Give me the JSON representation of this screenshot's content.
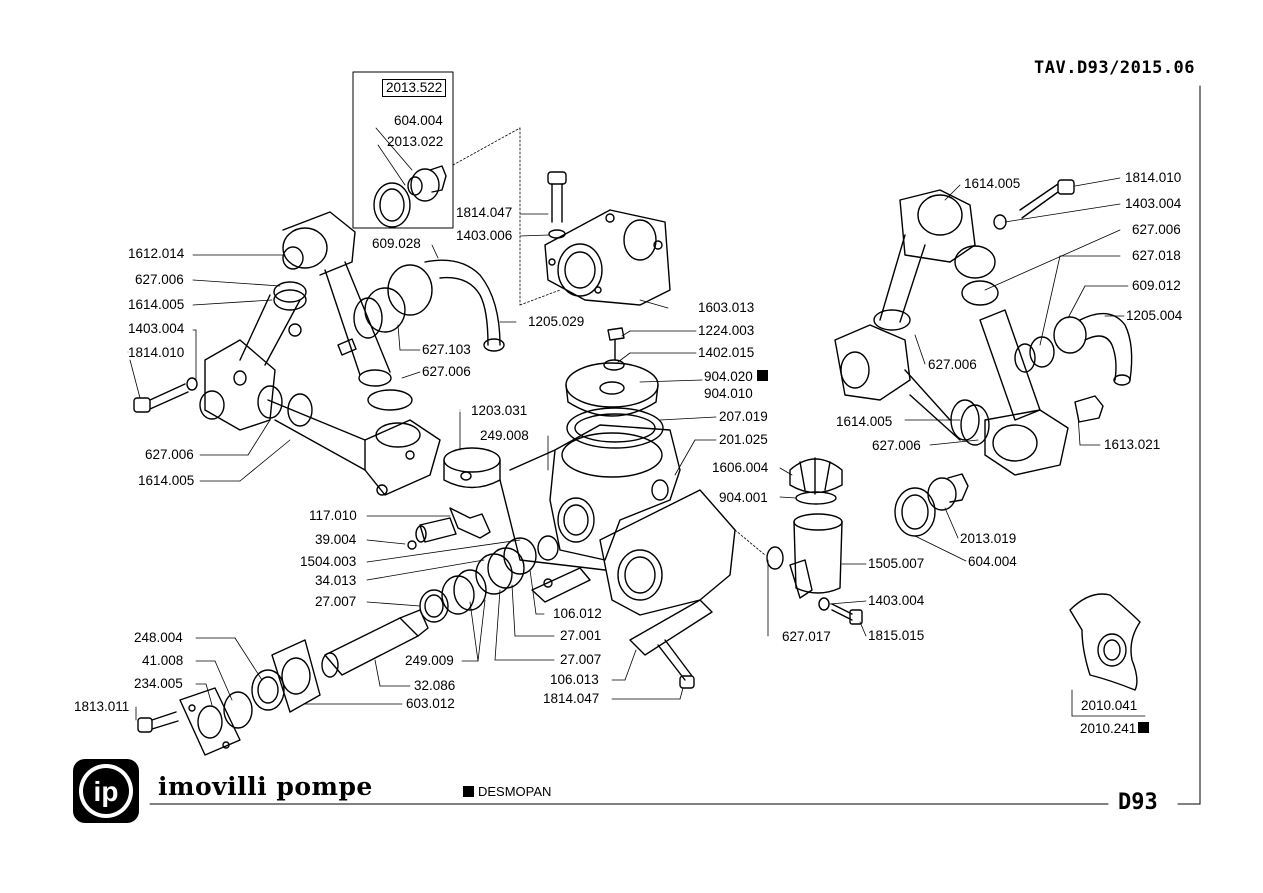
{
  "header": {
    "document_code": "TAV.D93/2015.06"
  },
  "footer": {
    "brand_name": "imovilli pompe",
    "logo_letters": "ip",
    "sheet_code": "D93",
    "legend_label": "DESMOPAN"
  },
  "labels": {
    "l2013_522": "2013.522",
    "l604_004a": "604.004",
    "l2013_022": "2013.022",
    "l1814_047a": "1814.047",
    "l1403_006": "1403.006",
    "l1612_014": "1612.014",
    "l609_028": "609.028",
    "l627_006a": "627.006",
    "l1614_005a": "1614.005",
    "l1403_004a": "1403.004",
    "l1814_010a": "1814.010",
    "l627_103": "627.103",
    "l627_006b": "627.006",
    "l1205_029": "1205.029",
    "l1603_013": "1603.013",
    "l1224_003": "1224.003",
    "l1402_015": "1402.015",
    "l904_020": "904.020",
    "l904_010": "904.010",
    "l207_019": "207.019",
    "l201_025": "201.025",
    "l1203_031": "1203.031",
    "l249_008": "249.008",
    "l627_006c": "627.006",
    "l1614_005b": "1614.005",
    "l117_010": "117.010",
    "l39_004": "39.004",
    "l1504_003": "1504.003",
    "l34_013": "34.013",
    "l27_007a": "27.007",
    "l106_012": "106.012",
    "l27_001": "27.001",
    "l249_009": "249.009",
    "l27_007b": "27.007",
    "l248_004": "248.004",
    "l41_008": "41.008",
    "l234_005": "234.005",
    "l1813_011": "1813.011",
    "l32_086": "32.086",
    "l603_012": "603.012",
    "l106_013": "106.013",
    "l1814_047b": "1814.047",
    "l1606_004": "1606.004",
    "l904_001": "904.001",
    "l1505_007": "1505.007",
    "l1403_004b": "1403.004",
    "l627_017": "627.017",
    "l1815_015": "1815.015",
    "l1614_005c": "1614.005",
    "l1814_010b": "1814.010",
    "l1403_004c": "1403.004",
    "l627_006d": "627.006",
    "l627_018": "627.018",
    "l609_012": "609.012",
    "l1205_004": "1205.004",
    "l627_006e": "627.006",
    "l1614_005d": "1614.005",
    "l627_006f": "627.006",
    "l1613_021": "1613.021",
    "l2013_019": "2013.019",
    "l604_004b": "604.004",
    "l2010_041": "2010.041",
    "l2010_241": "2010.241"
  }
}
